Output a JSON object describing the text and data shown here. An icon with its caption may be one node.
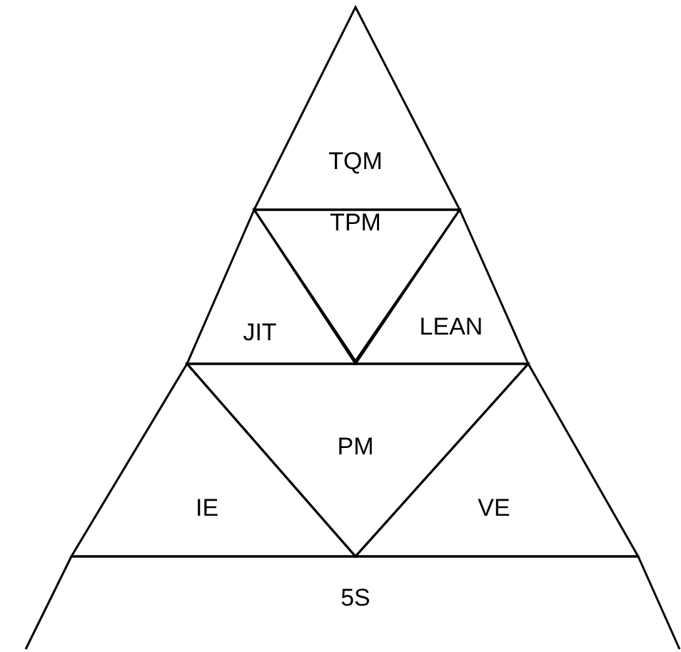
{
  "diagram": {
    "nodes": [
      {
        "text": [
          "TQM"
        ]
      },
      {
        "text": [
          "TPM"
        ]
      },
      {
        "text": [
          "JIT"
        ]
      },
      {
        "text": [
          "LEAN"
        ]
      },
      {
        "text": [
          "PM"
        ]
      },
      {
        "text": [
          "IE"
        ]
      },
      {
        "text": [
          "VE"
        ]
      },
      {
        "text": [
          "5S"
        ]
      }
    ]
  }
}
